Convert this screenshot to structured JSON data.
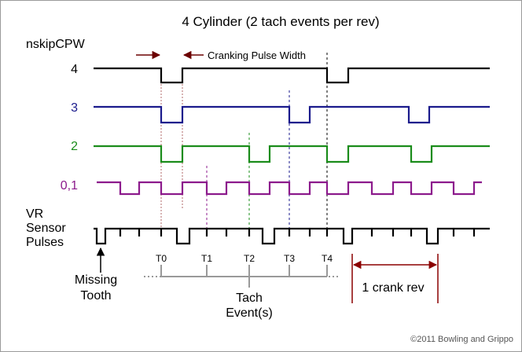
{
  "title": "4 Cylinder (2 tach events per rev)",
  "axis_label": "nskipCPW",
  "rows": [
    {
      "label": "4",
      "color": "#000000"
    },
    {
      "label": "3",
      "color": "#1a1a8c"
    },
    {
      "label": "2",
      "color": "#1a8c1a"
    },
    {
      "label": "0,1",
      "color": "#8c1a8c"
    }
  ],
  "vr_label": [
    "VR",
    "Sensor",
    "Pulses"
  ],
  "cranking_label": "Cranking Pulse Width",
  "tach_ticks": [
    "T0",
    "T1",
    "T2",
    "T3",
    "T4"
  ],
  "missing_tooth_label": [
    "Missing",
    "Tooth"
  ],
  "tach_events_label": [
    "Tach",
    "Event(s)"
  ],
  "crank_rev_label": "1 crank rev",
  "copyright": "©2011 Bowling and Grippo",
  "colors": {
    "arrow": "#6b0000",
    "crank": "#8b0000",
    "bracket": "#999999"
  }
}
